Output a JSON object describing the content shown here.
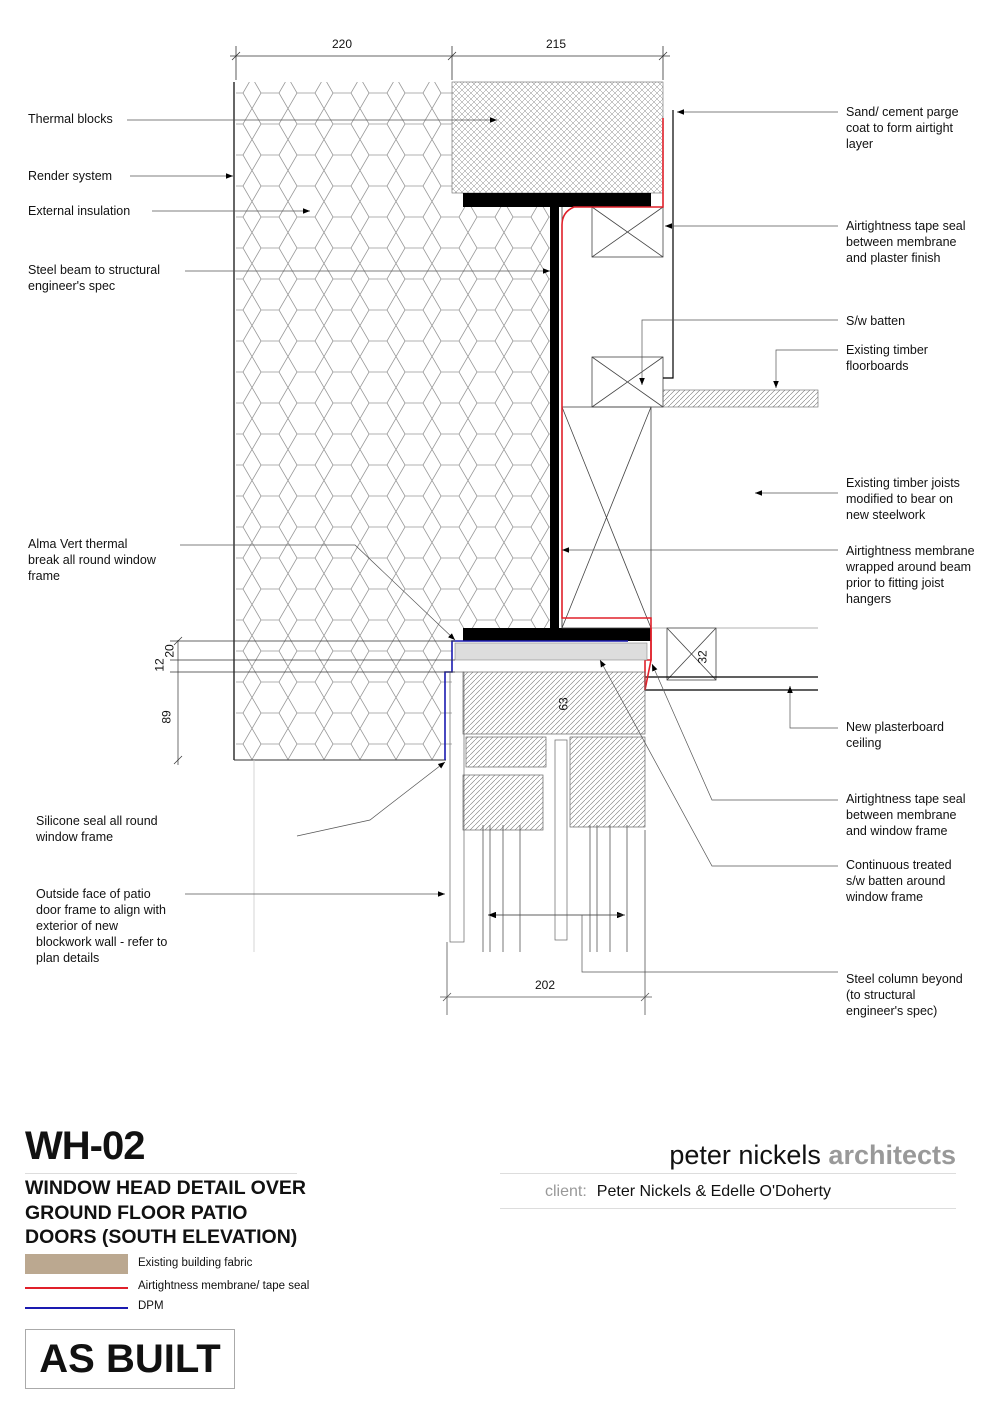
{
  "dimensions": {
    "top_left": "220",
    "top_right": "215",
    "bottom": "202",
    "left_a": "20",
    "left_b": "12",
    "left_c": "89",
    "frame": "63",
    "hanger": "32"
  },
  "labels_left": [
    "Thermal blocks",
    "Render system",
    "External insulation",
    "Steel beam to structural\nengineer's spec",
    "Alma Vert thermal\nbreak all round window\nframe",
    "Silicone seal all round\nwindow frame",
    "Outside face of patio\ndoor frame to align with\nexterior of new\nblockwork wall - refer to\nplan details"
  ],
  "labels_right": [
    "Sand/ cement parge\ncoat to form airtight\nlayer",
    "Airtightness tape seal\nbetween membrane\nand plaster finish",
    "S/w batten",
    "Existing timber\nfloorboards",
    "Existing timber joists\nmodified to bear on\nnew steelwork",
    "Airtightness membrane\nwrapped around beam\nprior to fitting joist\nhangers",
    "New plasterboard\nceiling",
    "Airtightness tape seal\nbetween membrane\nand window frame",
    "Continuous treated\ns/w batten around\nwindow frame",
    "Steel column beyond\n(to structural\nengineer's spec)"
  ],
  "title_block": {
    "code": "WH-02",
    "title": "WINDOW HEAD DETAIL OVER\nGROUND FLOOR PATIO\nDOORS (SOUTH ELEVATION)",
    "legend": [
      {
        "label": "Existing building fabric",
        "color": "#bba890"
      },
      {
        "label": "Airtightness membrane/ tape seal",
        "color": "#e0202a"
      },
      {
        "label": "DPM",
        "color": "#1a1ab0"
      }
    ],
    "status": "AS BUILT",
    "firm_name": "peter nickels",
    "firm_suffix": "architects",
    "client_key": "client:",
    "client_value": "Peter Nickels & Edelle O'Doherty"
  }
}
